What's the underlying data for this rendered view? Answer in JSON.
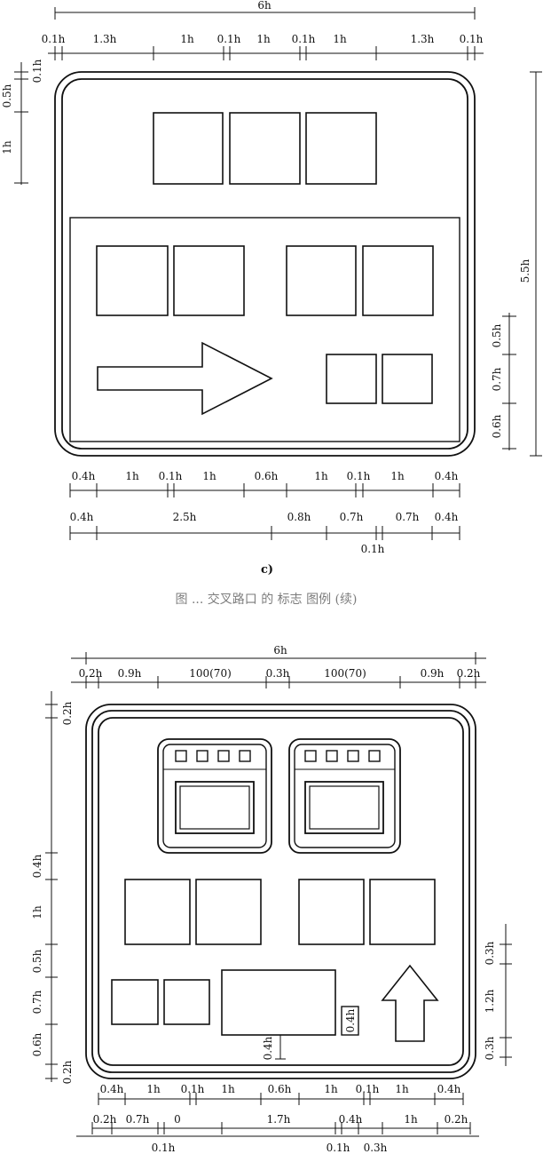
{
  "sign_c": {
    "caption": "c)",
    "figure_caption": "图 ... 交叉路口 的 标志 图例 (续)",
    "top": {
      "overall": "6h",
      "segments": [
        "0.1h",
        "1.3h",
        "1h",
        "0.1h",
        "1h",
        "0.1h",
        "1h",
        "1.3h",
        "0.1h"
      ]
    },
    "left": [
      "0.1h",
      "0.5h",
      "1h"
    ],
    "right_overall": "5.5h",
    "right": [
      "0.5h",
      "0.7h",
      "0.6h"
    ],
    "bottom_row1": [
      "0.4h",
      "1h",
      "0.1h",
      "1h",
      "0.6h",
      "1h",
      "0.1h",
      "1h",
      "0.4h"
    ],
    "bottom_row2": [
      "0.4h",
      "2.5h",
      "0.8h",
      "0.7h",
      "0.7h",
      "0.4h"
    ],
    "bottom_row2_extra": "0.1h"
  },
  "sign_d": {
    "top": {
      "overall": "6h",
      "segments": [
        "0.2h",
        "0.9h",
        "100(70)",
        "0.3h",
        "100(70)",
        "0.9h",
        "0.2h"
      ]
    },
    "left": [
      "0.2h",
      "0.4h",
      "1h",
      "0.5h",
      "0.7h",
      "0.6h",
      "0.2h"
    ],
    "right": [
      "0.3h",
      "1.2h",
      "0.3h"
    ],
    "inner": [
      "0.4h",
      "0.4h"
    ],
    "bottom_row1": [
      "0.4h",
      "1h",
      "0.1h",
      "1h",
      "0.6h",
      "1h",
      "0.1h",
      "1h",
      "0.4h"
    ],
    "bottom_row2": [
      "0.2h",
      "0.7h",
      "0",
      "1.7h",
      "0.4h",
      "1h",
      "0.2h"
    ],
    "bottom_row3": [
      "0.1h",
      "0.1h",
      "0.3h"
    ]
  }
}
